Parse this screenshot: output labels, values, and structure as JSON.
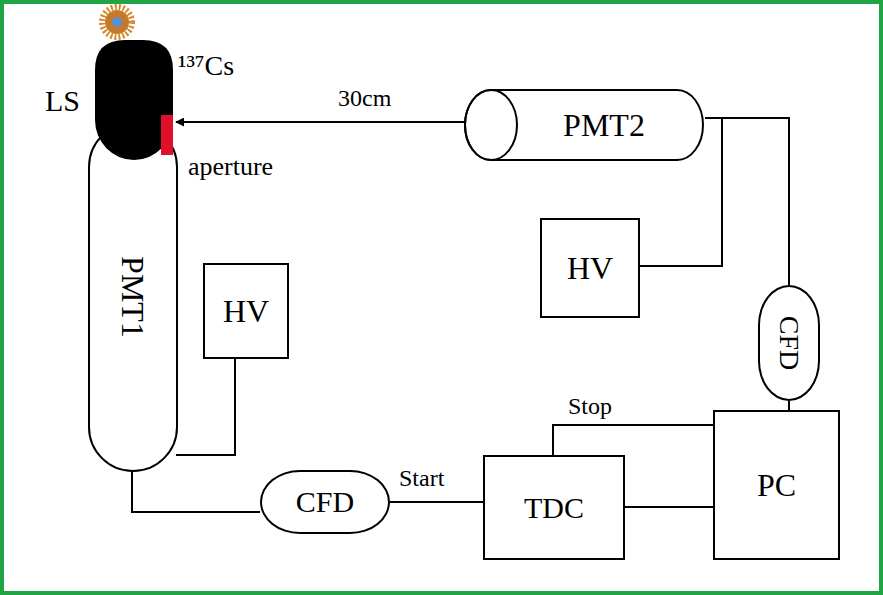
{
  "diagram": {
    "nodes": [
      {
        "text": [
          "LS"
        ]
      },
      {
        "text": [
          "PMT2"
        ]
      },
      {
        "text": [
          "CFD"
        ]
      },
      {
        "text": [
          "HV"
        ]
      },
      {
        "text": [
          "PMT1"
        ]
      },
      {
        "text": [
          "HV"
        ]
      },
      {
        "text": [
          "CFD"
        ]
      },
      {
        "text": [
          "TDC"
        ]
      },
      {
        "text": [
          "PC"
        ]
      }
    ],
    "edges": [
      {
        "from": 0,
        "to": 1,
        "label": "30cm",
        "arrow": "both"
      },
      {
        "from": 1,
        "to": 3,
        "arrow": "none"
      },
      {
        "from": 1,
        "to": 2,
        "arrow": "none"
      },
      {
        "from": 4,
        "to": 5,
        "arrow": "none"
      },
      {
        "from": 4,
        "to": 6,
        "arrow": "none"
      },
      {
        "from": 6,
        "to": 7,
        "label": "Start",
        "arrow": "none"
      },
      {
        "from": 2,
        "to": 7,
        "label": "Stop",
        "arrow": "none"
      },
      {
        "from": 7,
        "to": 8,
        "arrow": "none"
      }
    ],
    "labels": [
      "¹³⁷Cs",
      "aperture"
    ]
  }
}
